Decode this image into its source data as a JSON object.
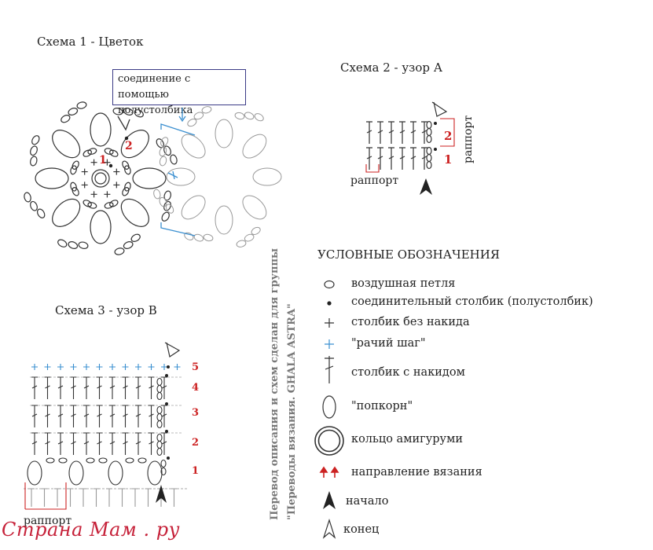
{
  "scheme1": {
    "title": "Схема 1 - Цветок",
    "callout_line1": "соединение с помощью",
    "callout_line2": "полустолбика",
    "mark1": "1",
    "mark2": "2"
  },
  "scheme2": {
    "title": "Схема 2 - узор А",
    "row1": "1",
    "row2": "2",
    "repeat_h": "раппорт",
    "repeat_v": "раппорт"
  },
  "scheme3": {
    "title": "Схема 3 - узор В",
    "rows": [
      "1",
      "2",
      "3",
      "4",
      "5"
    ],
    "repeat": "раппорт"
  },
  "legend": {
    "heading": "УСЛОВНЫЕ ОБОЗНАЧЕНИЯ",
    "items": [
      {
        "icon": "chain-oval-icon",
        "text": "воздушная петля"
      },
      {
        "icon": "slip-stitch-dot-icon",
        "text": "соединительный столбик (полустолбик)"
      },
      {
        "icon": "single-crochet-cross-icon",
        "text": "столбик без накида"
      },
      {
        "icon": "crab-stitch-blue-cross-icon",
        "text": "\"рачий шаг\""
      },
      {
        "icon": "double-crochet-icon",
        "text": "столбик с накидом"
      },
      {
        "icon": "popcorn-icon",
        "text": "\"попкорн\""
      },
      {
        "icon": "magic-ring-icon",
        "text": "кольцо амигуруми"
      },
      {
        "icon": "direction-arrows-icon",
        "text": "направление вязания"
      },
      {
        "icon": "start-arrow-icon",
        "text": "начало"
      },
      {
        "icon": "end-arrow-icon",
        "text": "конец"
      }
    ]
  },
  "credit": {
    "line1": "Перевод описания и схем сделан для группы",
    "line2": "\"Переводы вязания. GHALA ASTRA\""
  },
  "watermark": "Страна Мам . ру",
  "colors": {
    "red": "#cc2222",
    "blue": "#3a8fd0",
    "dark": "#2a2a2a",
    "grey": "#9a9a9a",
    "callout": "#3a3a86"
  }
}
